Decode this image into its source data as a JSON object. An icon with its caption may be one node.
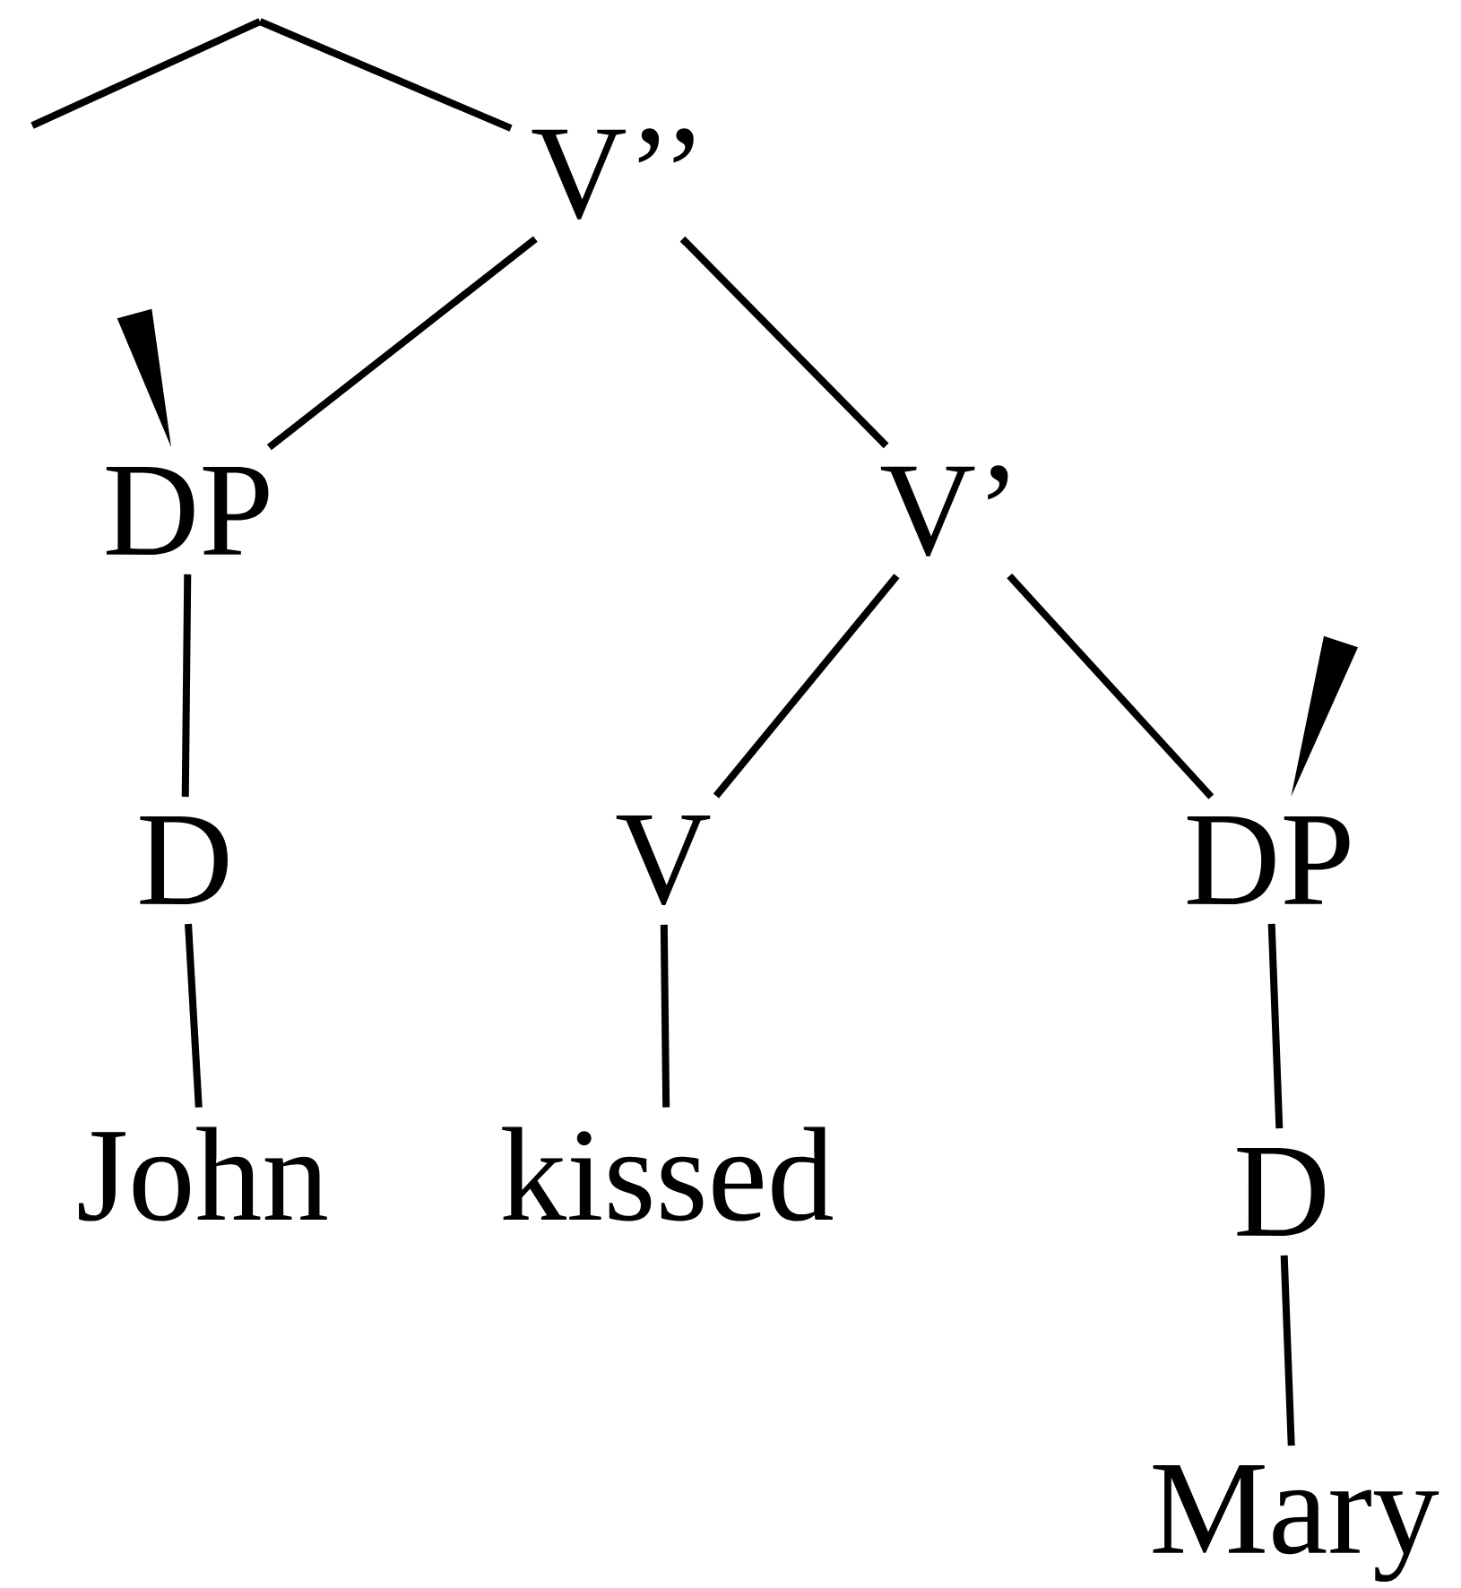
{
  "diagram": {
    "nodes": [
      {
        "text": [
          "V’’"
        ]
      },
      {
        "text": [
          "DP"
        ]
      },
      {
        "text": [
          "V’"
        ]
      },
      {
        "text": [
          "D"
        ]
      },
      {
        "text": [
          "V"
        ]
      },
      {
        "text": [
          "DP"
        ]
      },
      {
        "text": [
          "John"
        ]
      },
      {
        "text": [
          "kissed"
        ]
      },
      {
        "text": [
          "D"
        ]
      },
      {
        "text": [
          "Mary"
        ]
      }
    ],
    "edges": [
      {
        "from": null,
        "to": 0,
        "arrow": "none"
      },
      {
        "from": 0,
        "to": 1,
        "arrow": "none"
      },
      {
        "from": 0,
        "to": 2,
        "arrow": "none"
      },
      {
        "from": 1,
        "to": 3,
        "arrow": "none"
      },
      {
        "from": 3,
        "to": 6,
        "arrow": "none"
      },
      {
        "from": 2,
        "to": 4,
        "arrow": "none"
      },
      {
        "from": 2,
        "to": 5,
        "arrow": "none"
      },
      {
        "from": 4,
        "to": 7,
        "arrow": "none"
      },
      {
        "from": 5,
        "to": 8,
        "arrow": "none"
      },
      {
        "from": 8,
        "to": 9,
        "arrow": "none"
      },
      {
        "from": null,
        "to": 1,
        "arrow": "to"
      },
      {
        "from": null,
        "to": 5,
        "arrow": "to"
      }
    ]
  }
}
